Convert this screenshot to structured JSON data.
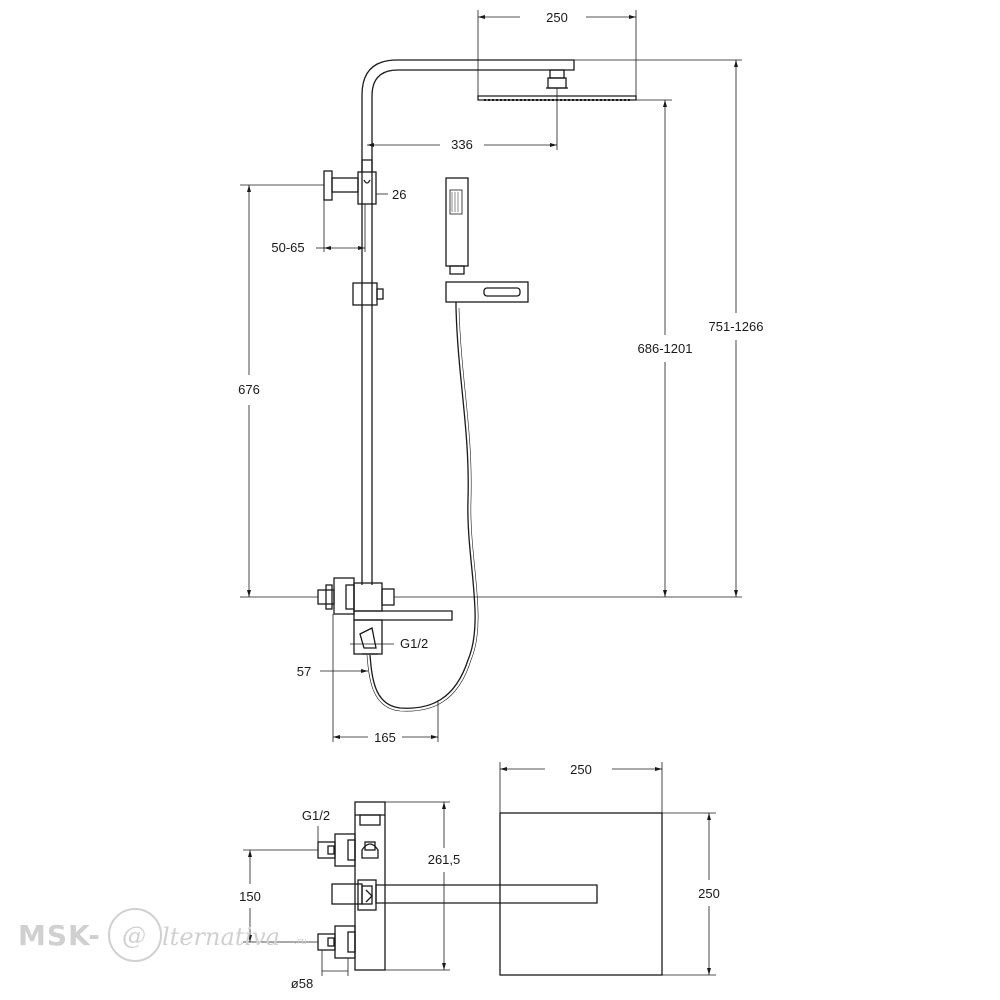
{
  "dimensions": {
    "head_width": "250",
    "head_reach": "336",
    "holder_offset": "26",
    "wall_offset": "50-65",
    "rail_height": "676",
    "head_height": "686-1201",
    "total_height": "751-1266",
    "thread_top": "G1/2",
    "spout_offset": "57",
    "spout_length": "165",
    "plan_head_width": "250",
    "plan_head_depth": "250",
    "plan_thread": "G1/2",
    "plan_depth": "261,5",
    "inlet_spacing": "150",
    "inlet_diameter": "ø58"
  },
  "watermark": {
    "prefix": "MSK-",
    "symbol": "@",
    "suffix": "lternativa",
    "tld": ".ru"
  },
  "colors": {
    "line": "#1a1a1a",
    "watermark": "#d0d0d0"
  }
}
